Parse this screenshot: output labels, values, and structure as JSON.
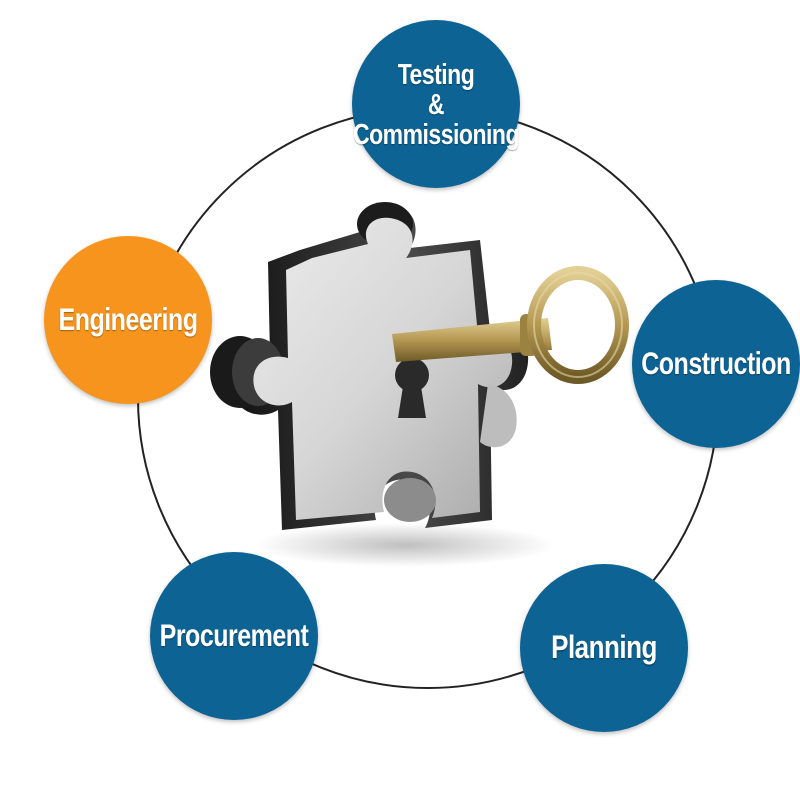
{
  "diagram": {
    "nodes": {
      "testing": {
        "lines": [
          "Testing",
          "&",
          "Commissioning"
        ]
      },
      "construction": {
        "label": "Construction"
      },
      "planning": {
        "label": "Planning"
      },
      "procurement": {
        "label": "Procurement"
      },
      "engineering": {
        "label": "Engineering"
      }
    },
    "colors": {
      "primary_node": "#0d6394",
      "highlight_node": "#f7941d",
      "ring": "#222222",
      "key": "#b59a55",
      "puzzle": "#d9d9d9"
    },
    "center_image": {
      "puzzle_icon": "puzzle-piece-icon",
      "key_icon": "key-icon",
      "keyhole_icon": "keyhole-icon"
    }
  }
}
